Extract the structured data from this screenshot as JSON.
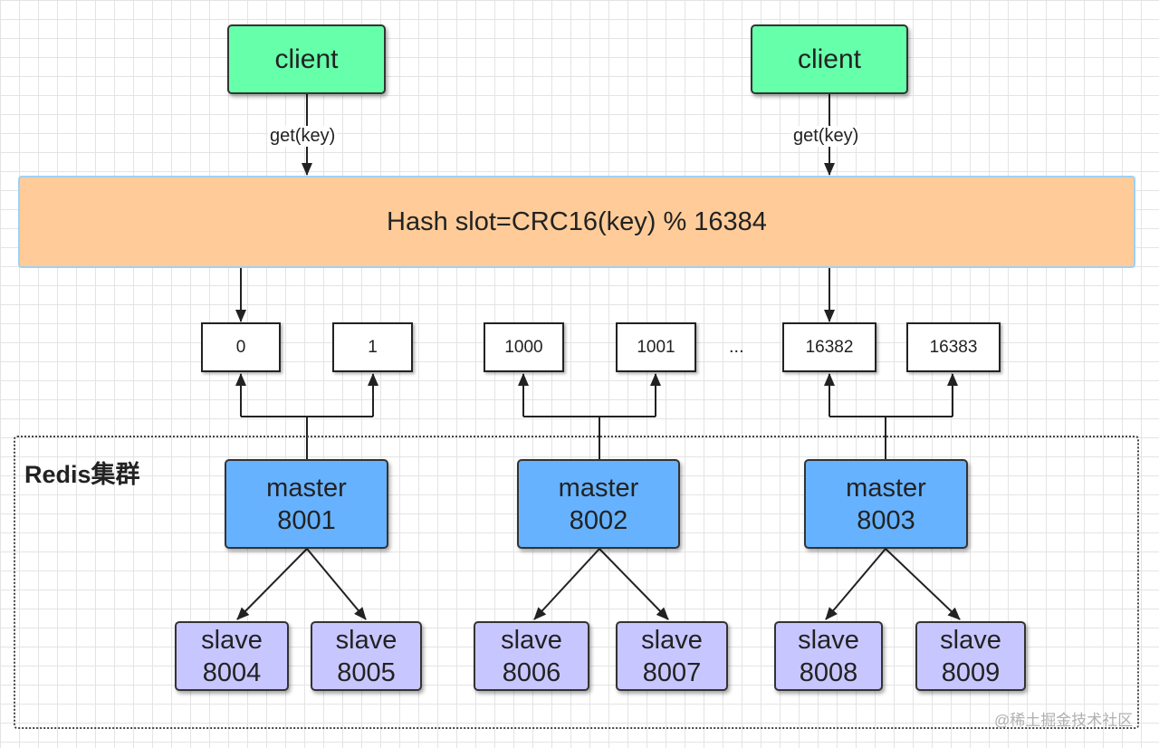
{
  "clients": [
    {
      "label": "client",
      "request_label": "get(key)"
    },
    {
      "label": "client",
      "request_label": "get(key)"
    }
  ],
  "hash_bar": {
    "label": "Hash slot=CRC16(key) % 16384"
  },
  "slots": [
    "0",
    "1",
    "1000",
    "1001",
    "16382",
    "16383"
  ],
  "slots_ellipsis": "...",
  "cluster": {
    "title": "Redis集群"
  },
  "masters": [
    {
      "role": "master",
      "port": "8001"
    },
    {
      "role": "master",
      "port": "8002"
    },
    {
      "role": "master",
      "port": "8003"
    }
  ],
  "slaves": [
    {
      "role": "slave",
      "port": "8004"
    },
    {
      "role": "slave",
      "port": "8005"
    },
    {
      "role": "slave",
      "port": "8006"
    },
    {
      "role": "slave",
      "port": "8007"
    },
    {
      "role": "slave",
      "port": "8008"
    },
    {
      "role": "slave",
      "port": "8009"
    }
  ],
  "watermark": "@稀土掘金技术社区"
}
